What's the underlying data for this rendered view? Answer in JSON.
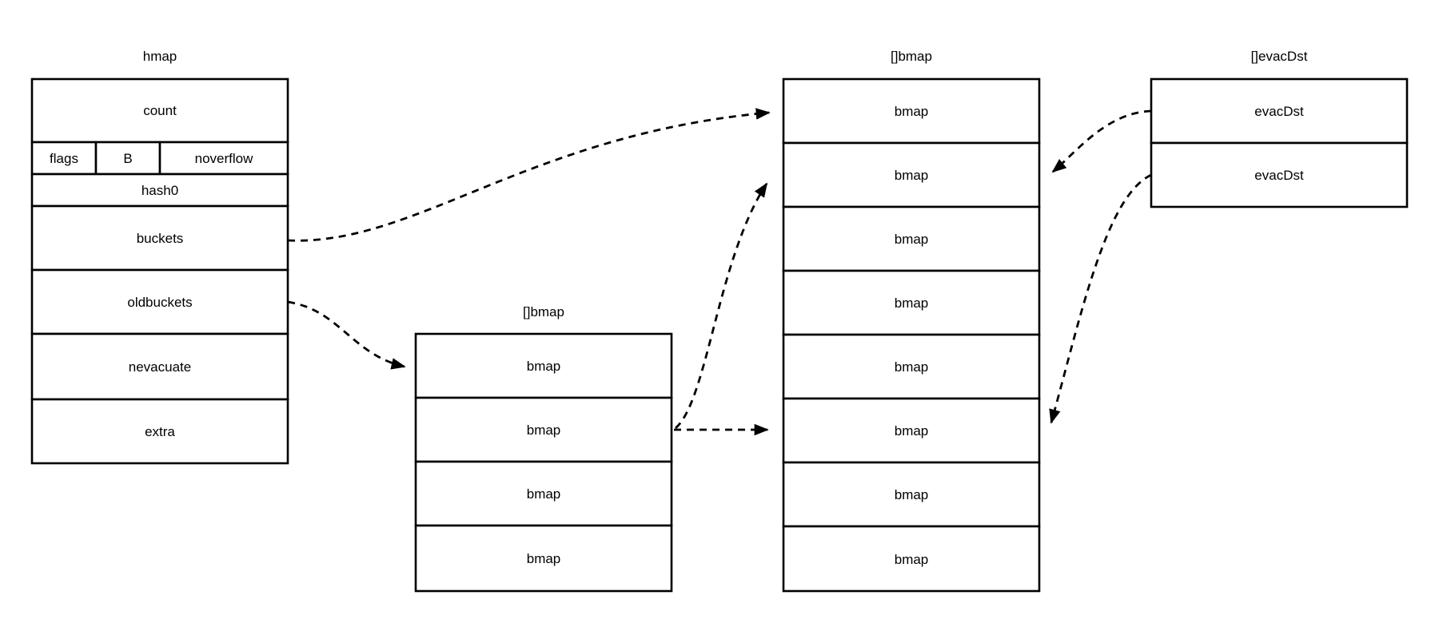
{
  "diagram": {
    "hmap": {
      "title": "hmap",
      "fields": {
        "count": "count",
        "flags": "flags",
        "b": "B",
        "noverflow": "noverflow",
        "hash0": "hash0",
        "buckets": "buckets",
        "oldbuckets": "oldbuckets",
        "nevacuate": "nevacuate",
        "extra": "extra"
      }
    },
    "old_buckets_array": {
      "title": "[]bmap",
      "cells": [
        "bmap",
        "bmap",
        "bmap",
        "bmap"
      ],
      "highlighted_index": 1
    },
    "new_buckets_array": {
      "title": "[]bmap",
      "cells": [
        "bmap",
        "bmap",
        "bmap",
        "bmap",
        "bmap",
        "bmap",
        "bmap",
        "bmap"
      ],
      "highlighted_indices": [
        1,
        5
      ]
    },
    "evac_dst_array": {
      "title": "[]evacDst",
      "cells": [
        "evacDst",
        "evacDst"
      ]
    },
    "colors": {
      "background": "#ffffff",
      "line": "#000000",
      "yellow_highlight": "#fdeaa7",
      "green_highlight": "#c6e7ad"
    },
    "edges": [
      {
        "from": "hmap.buckets",
        "to": "new_buckets_array.cell_0"
      },
      {
        "from": "hmap.oldbuckets",
        "to": "old_buckets_array.cell_0"
      },
      {
        "from": "old_buckets_array.cell_1",
        "to": "new_buckets_array.cell_1"
      },
      {
        "from": "old_buckets_array.cell_1",
        "to": "new_buckets_array.cell_5"
      },
      {
        "from": "evac_dst_array.cell_0",
        "to": "new_buckets_array.cell_1"
      },
      {
        "from": "evac_dst_array.cell_1",
        "to": "new_buckets_array.cell_5"
      }
    ]
  }
}
